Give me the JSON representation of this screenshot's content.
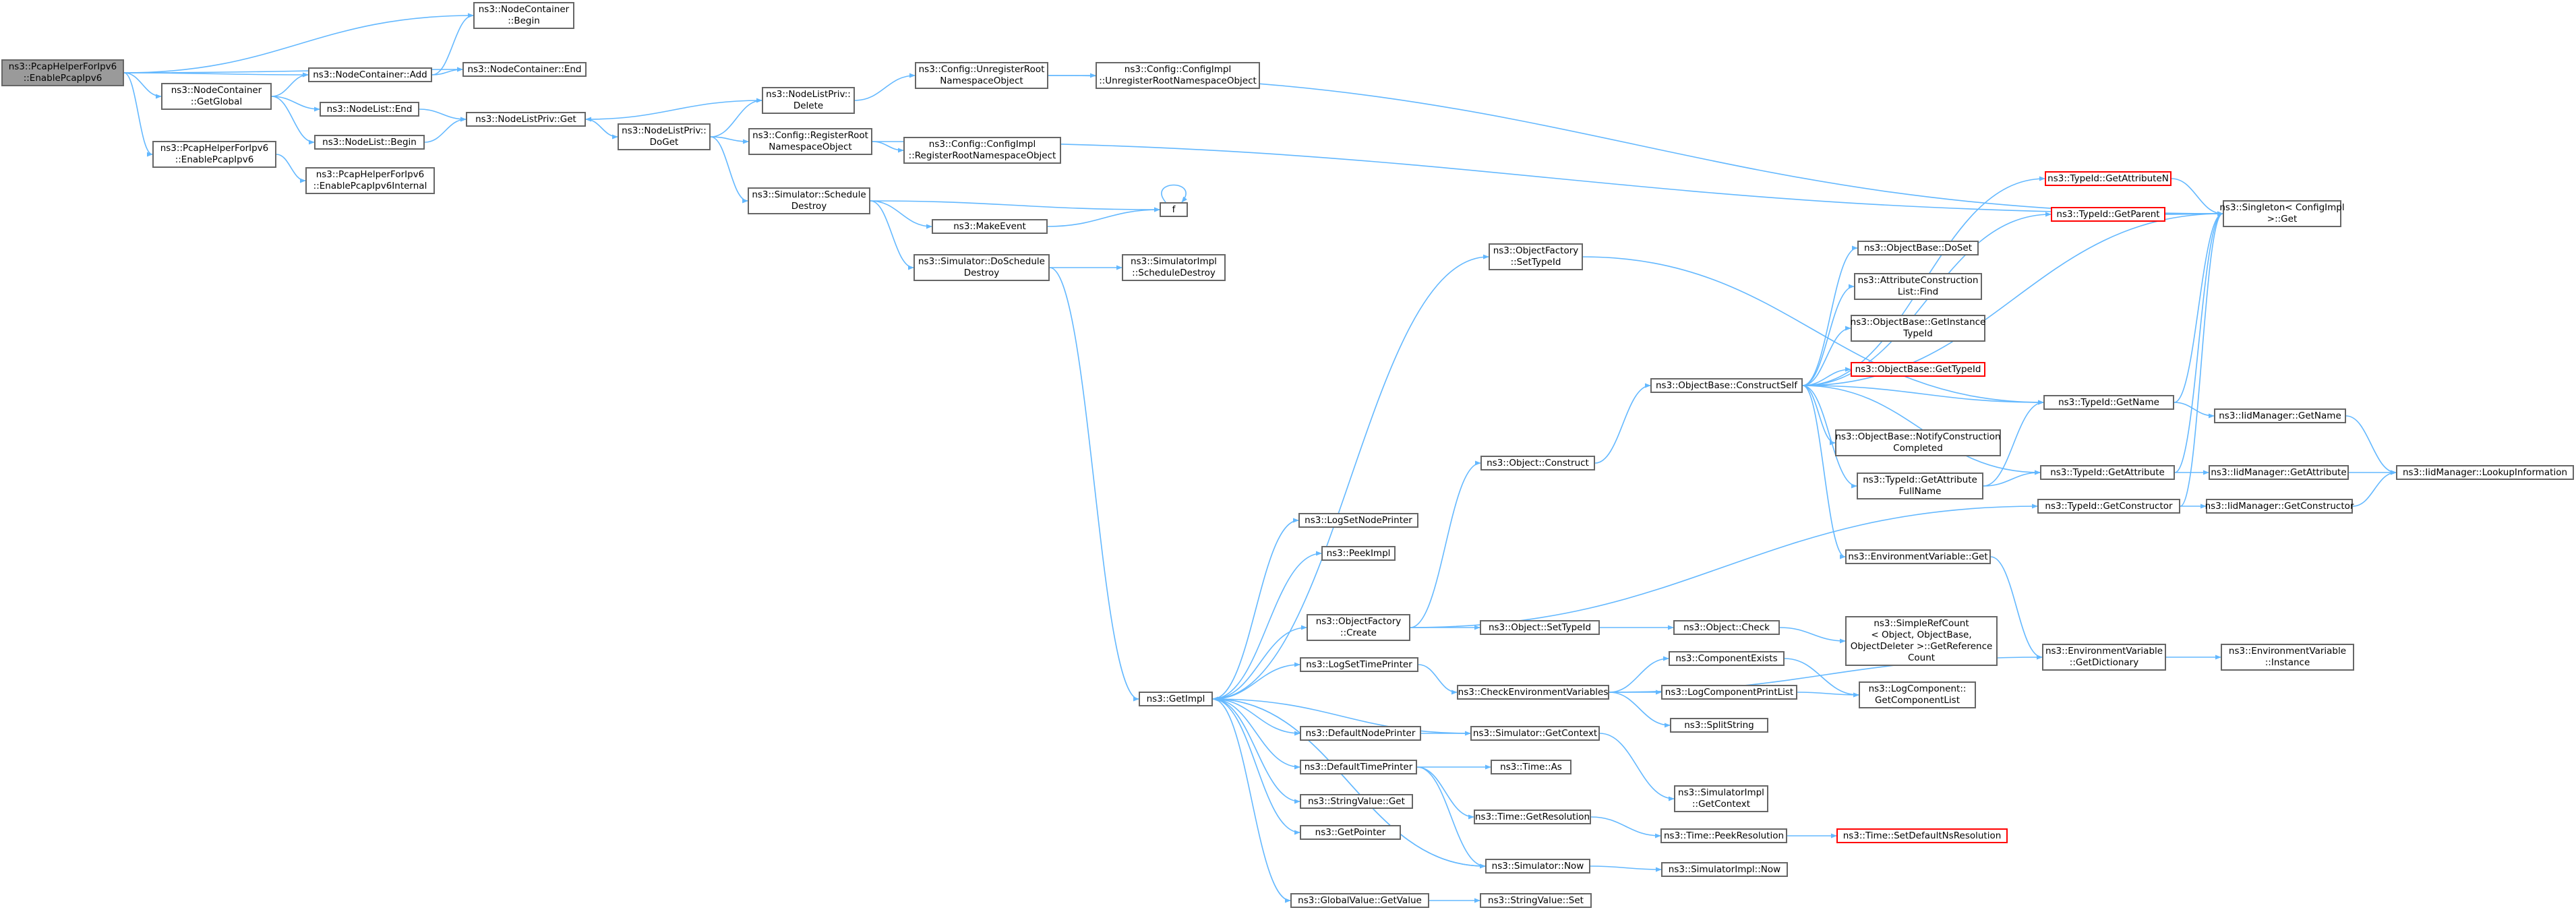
{
  "colors": {
    "edge": "#63B8FF",
    "node_border": "#666666",
    "highlight_border": "#FF0000",
    "root_fill": "#9A9A9A"
  },
  "nodes": {
    "n_root": [
      "ns3::PcapHelperForIpv6",
      "::EnablePcapIpv6"
    ],
    "n_ncbeg": [
      "ns3::NodeContainer",
      "::Begin"
    ],
    "n_ncadd": [
      "ns3::NodeContainer::Add"
    ],
    "n_ncend": [
      "ns3::NodeContainer::End"
    ],
    "n_ncgg": [
      "ns3::NodeContainer",
      "::GetGlobal"
    ],
    "n_nlend": [
      "ns3::NodeList::End"
    ],
    "n_nlbeg": [
      "ns3::NodeList::Begin"
    ],
    "n_nlpget": [
      "ns3::NodeListPriv::Get"
    ],
    "n_pheip": [
      "ns3::PcapHelperForIpv6",
      "::EnablePcapIpv6"
    ],
    "n_pheint": [
      "ns3::PcapHelperForIpv6",
      "::EnablePcapIpv6Internal"
    ],
    "n_nlpdel": [
      "ns3::NodeListPriv::",
      "Delete"
    ],
    "n_nlpdog": [
      "ns3::NodeListPriv::",
      "DoGet"
    ],
    "n_cfgunr": [
      "ns3::Config::UnregisterRoot",
      "NamespaceObject"
    ],
    "n_cfgiun": [
      "ns3::Config::ConfigImpl",
      "::UnregisterRootNamespaceObject"
    ],
    "n_cfgreg": [
      "ns3::Config::RegisterRoot",
      "NamespaceObject"
    ],
    "n_cfgireg": [
      "ns3::Config::ConfigImpl",
      "::RegisterRootNamespaceObject"
    ],
    "n_simsd": [
      "ns3::Simulator::Schedule",
      "Destroy"
    ],
    "n_mkev": [
      "ns3::MakeEvent"
    ],
    "n_f": [
      "f"
    ],
    "n_simdsd": [
      "ns3::Simulator::DoSchedule",
      "Destroy"
    ],
    "n_simisd": [
      "ns3::SimulatorImpl",
      "::ScheduleDestroy"
    ],
    "n_getimpl": [
      "ns3::GetImpl"
    ],
    "n_ofset": [
      "ns3::ObjectFactory",
      "::SetTypeId"
    ],
    "n_tidgan": [
      "ns3::TypeId::GetAttributeN"
    ],
    "n_tidgp": [
      "ns3::TypeId::GetParent"
    ],
    "n_sglget": [
      "ns3::Singleton< ConfigImpl",
      " >::Get"
    ],
    "n_obds": [
      "ns3::ObjectBase::DoSet"
    ],
    "n_acfind": [
      "ns3::AttributeConstruction",
      "List::Find"
    ],
    "n_obgit": [
      "ns3::ObjectBase::GetInstance",
      "TypeId"
    ],
    "n_obgt": [
      "ns3::ObjectBase::GetTypeId"
    ],
    "n_obcs": [
      "ns3::ObjectBase::ConstructSelf"
    ],
    "n_tidgn": [
      "ns3::TypeId::GetName"
    ],
    "n_iidgn": [
      "ns3::IidManager::GetName"
    ],
    "n_obnc": [
      "ns3::ObjectBase::NotifyConstruction",
      "Completed"
    ],
    "n_objcon": [
      "ns3::Object::Construct"
    ],
    "n_tidgafn": [
      "ns3::TypeId::GetAttribute",
      "FullName"
    ],
    "n_tidga": [
      "ns3::TypeId::GetAttribute"
    ],
    "n_iidga": [
      "ns3::IidManager::GetAttribute"
    ],
    "n_iidli": [
      "ns3::IidManager::LookupInformation"
    ],
    "n_tidgc": [
      "ns3::TypeId::GetConstructor"
    ],
    "n_iidgc": [
      "ns3::IidManager::GetConstructor"
    ],
    "n_envget": [
      "ns3::EnvironmentVariable::Get"
    ],
    "n_lsnp": [
      "ns3::LogSetNodePrinter"
    ],
    "n_peek": [
      "ns3::PeekImpl"
    ],
    "n_ofcr": [
      "ns3::ObjectFactory",
      "::Create"
    ],
    "n_objsti": [
      "ns3::Object::SetTypeId"
    ],
    "n_objchk": [
      "ns3::Object::Check"
    ],
    "n_srcgr": [
      "ns3::SimpleRefCount",
      "< Object, ObjectBase,",
      "ObjectDeleter >::GetReference",
      "Count"
    ],
    "n_envgd": [
      "ns3::EnvironmentVariable",
      "::GetDictionary"
    ],
    "n_envi": [
      "ns3::EnvironmentVariable",
      "::Instance"
    ],
    "n_lstp": [
      "ns3::LogSetTimePrinter"
    ],
    "n_ce": [
      "ns3::ComponentExists"
    ],
    "n_cev": [
      "ns3::CheckEnvironmentVariables"
    ],
    "n_lcpl": [
      "ns3::LogComponentPrintList"
    ],
    "n_lcgcl": [
      "ns3::LogComponent::",
      "GetComponentList"
    ],
    "n_split": [
      "ns3::SplitString"
    ],
    "n_dnp": [
      "ns3::DefaultNodePrinter"
    ],
    "n_simgc": [
      "ns3::Simulator::GetContext"
    ],
    "n_dtp": [
      "ns3::DefaultTimePrinter"
    ],
    "n_timeas": [
      "ns3::Time::As"
    ],
    "n_simigc": [
      "ns3::SimulatorImpl",
      "::GetContext"
    ],
    "n_svget": [
      "ns3::StringValue::Get"
    ],
    "n_timegr": [
      "ns3::Time::GetResolution"
    ],
    "n_timepr": [
      "ns3::Time::PeekResolution"
    ],
    "n_timesdr": [
      "ns3::Time::SetDefaultNsResolution"
    ],
    "n_getptr": [
      "ns3::GetPointer"
    ],
    "n_simnow": [
      "ns3::Simulator::Now"
    ],
    "n_siminow": [
      "ns3::SimulatorImpl::Now"
    ],
    "n_gvgv": [
      "ns3::GlobalValue::GetValue"
    ],
    "n_svset": [
      "ns3::StringValue::Set"
    ]
  }
}
